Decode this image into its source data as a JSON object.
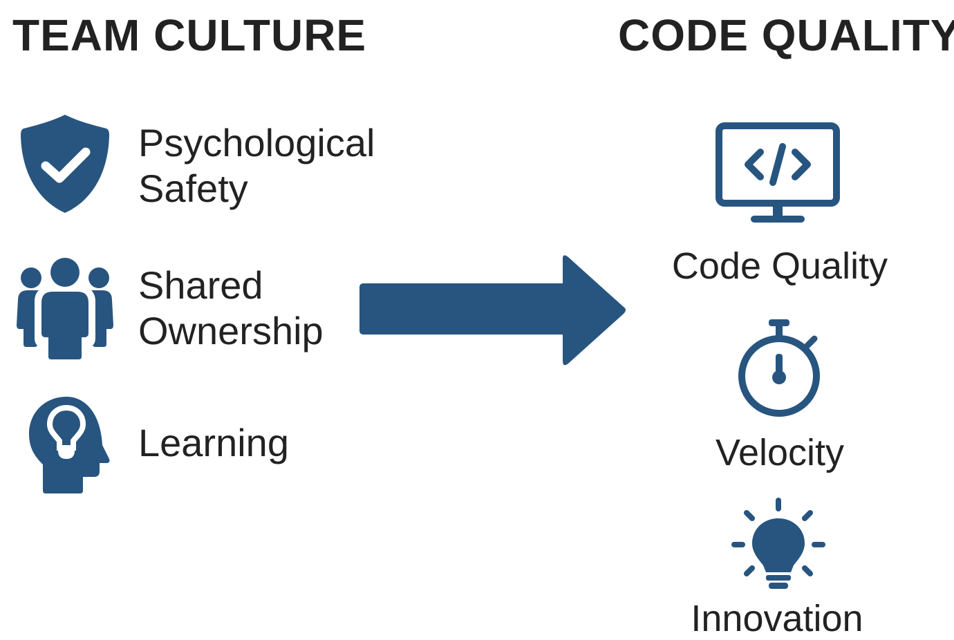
{
  "left": {
    "title": "TEAM CULTURE",
    "items": [
      {
        "label_line1": "Psychological",
        "label_line2": "Safety",
        "icon": "shield-check-icon"
      },
      {
        "label_line1": "Shared",
        "label_line2": "Ownership",
        "icon": "team-icon"
      },
      {
        "label_line1": "Learning",
        "icon": "head-lightbulb-icon"
      }
    ]
  },
  "right": {
    "title": "CODE QUALITY",
    "items": [
      {
        "label": "Code Quality",
        "icon": "monitor-code-icon"
      },
      {
        "label": "Velocity",
        "icon": "stopwatch-icon"
      },
      {
        "label": "Innovation",
        "icon": "lightbulb-icon"
      }
    ]
  },
  "colors": {
    "accent": "#27557f",
    "text": "#222222",
    "background": "#ffffff"
  }
}
